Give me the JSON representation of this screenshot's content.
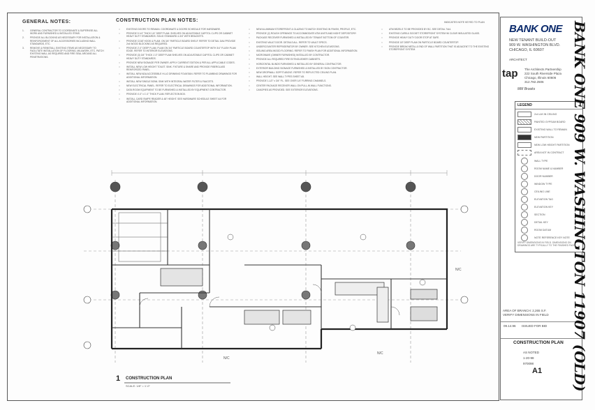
{
  "general_notes": {
    "title": "GENERAL NOTES:",
    "items": [
      {
        "num": "1.",
        "text": "GENERAL CONTRACTOR TO COORDINATE & SUPERVISE ALL WORK AND FURNISHED & INSTALLED ITEMS."
      },
      {
        "num": "2.",
        "text": "PROVIDE ALL BLOCKING AS NECESSARY FOR INSTALLATION & REINFORCEMENT OF ALL ACCESSORIES INCLUDING WALL STANDARDS, ETC."
      },
      {
        "num": "3.",
        "text": "REMOVE & REINSTALL EXISTING ITEMS AS NECESSARY TO FACILITATE INSTALLATION OF FLOORING, MILLWORK, ETC. PATCH EXISTING WALL AS REQUIRED AND FIRE SEAL AROUND ALL PENETRATIONS."
      }
    ]
  },
  "construction_notes": {
    "title": "CONSTRUCTION PLAN NOTES:",
    "col1": [
      "EXISTING DOORS TO REMAIN. COORDINATE & DOORS SCHEDULE FOR HARDWARE.",
      "PROVIDE 5 1/4\" THICK 1/4\" DEEP PLAM. SHELVES ON ADJUSTABLE CAPITOL CLIPS OR CABINET HEAVY DUTY STANDARDS. SOLID STANDARD 4-3/4\" WITH BRACKETS.",
      "PROVIDE COAT HOOK & PLAM. ON 3/4\" PARTICLE BOARD SHELF. REFER TO DETAIL 3/A4 PROVIDE 2x4 WOOD BLOCKING AS REQUIRED.",
      "PROVIDE 2'-0\" DEEP P.LAM. PLAM ON 3/4\" PARTICLE BOARD COUNTERTOP WITH 3/4\" FLUSH PLAM EDGE. REFER TO INTERIOR ELEVATIONS.",
      "PROVIDE (3) 3/4\" THICK 1'-0\" DEEP PLAM SHELVES ON ADJUSTABLE CAPITOL CLIPS OR CABINET HEAVY DUTY STANDARDS.",
      "PROVIDE NEW SIGNAGE PER OWNER. APPLY CURRENT EDITION & PER ALL APPLICABLE CODES.",
      "INSTALL NEW LOW HEIGHT TOILET. SINK. FIXTURE & SHARE AND PROVIDE FIBERGLASS REINFORCED PANEL.",
      "INSTALL NEW ADA ACCESSIBLE HI-LO DRINKING FOUNTAIN. REFER TO PLUMBING DRAWINGS FOR ADDITIONAL INFORMATION.",
      "INSTALL NEW SINGLE BOWL SINK WITH INTEGRAL WATER FILTER & FAUCETS.",
      "NEW ELECTRICAL PANEL. REFER TO ELECTRICAL DRAWINGS FOR ADDITIONAL INFORMATION.",
      "DATA ROOM EQUIPMENT TO BE FURNISHED & INSTALLED BY EQUIPMENT CONTRACTOR.",
      "PROVIDE 4'-0\" x 1'-0\" THICK P.LAM. REFLECTION BOX.",
      "INSTALL CARD SWIPE READER & 48\" HEIGHT. SEE HARDWARE SCHEDULE SHEET A4 FOR ADDITIONAL INFORMATION."
    ],
    "col2": [
      "NEW ALUMINUM STOREFRONT & GLAZING TO MATCH EXISTING IN FINISH, PROFILE, ETC.",
      "PROVIDE (2) ROUGH OPENINGS TO ACCOMMODATE ATM UNITS AND NIGHT DEPOSITORY.",
      "PACKAGE RECEIVER FURNISHED & INSTALLED BY TENANT BOTTOM OF COUNTER.",
      "EXISTING VAULT DOOR. DETAILS ALL. REFER TO VAULT SPECS.",
      "UNDERCOUNTER REFRIGERATOR BY OWNER. SEE KITCHEN ELEVATIONS.",
      "ISSUING AREA WOOD FLOORING. REFER TO FINISH PLAN FOR ADDITIONAL INFORMATION.",
      "MICROWAVE (OWNER FURNISHED) INSTALLED BY CONTRACTOR.",
      "PROVIDE ALL REQUIRED FIRE EXTINGUISHER CABINETS.",
      "HORIZONTAL BLINDS FURNISHED & INSTALLED BY GENERAL CONTRACTOR.",
      "EXTERIOR BUILDING SIGNAGE FURNISHED & INSTALLED BY SIGN CONTRACTOR.",
      "NEW DROPWALL SOFFIT ABOVE. REFER TO REFLECTED CEILING PLAN.",
      "WALL HEIGHT. SEE WALL TYPES SHEET A5.",
      "PROVIDE 1-1/2\" x 3/4\" P.L. SEE OVER 1/4\" FURRING CHANNELS.",
      "CENTER PACKAGE RECEIVER WALL ON PULL-IN WALL FUNCTIONS.",
      "CANOPIES AS PROVIDED. SEE EXTERIOR ELEVATIONS."
    ],
    "col3": [
      "ATM BEZELS TO BE PROVIDED BY BC. SEE DETAIL 7/A4.",
      "EXISTING CURB & SOCKET STOREFRONT SYSTEM W/ CLEAR INSULATED GLASS.",
      "PROVIDE HEAVY DUTY DOOR STOP AT SAFE.",
      "PROVIDE 18\" DEEP PLAM ON PARTICLE BOARD COUNTERTOP.",
      "PROVIDE BREAK METAL & END OF WALL PARTITION THAT IS ADJACENT TO THE EXISTING STOREFRONT SYSTEM."
    ],
    "key_marker": "INDICATES NOTE KEYED TO PLAN"
  },
  "title_block": {
    "client_logo": "BANK ONE",
    "project_lines": [
      "NEW TENANT BUILD-OUT",
      "909 W. WASHINGTON BLVD.",
      "CHICAGO, IL 60607"
    ],
    "architect_label": "ARCHITECT",
    "architect_logo": "tap",
    "architect_lines": [
      "The Architects Partnership",
      "222 South Riverside Plaza",
      "Chicago, Illinois 60606",
      "312.782.2506"
    ],
    "signature": "MM Brooks",
    "drawing_title": "CONSTRUCTION PLAN",
    "sheet_number": "A1",
    "issue_row": {
      "date": "09.14.96",
      "desc": "ISSUED FOR BID"
    },
    "info_rows": [
      "AS NOTED",
      "1-20-98",
      "970098"
    ],
    "area_note": "AREA OF BRANCH: 2,265 S.F.\nVERIFY DIMENSIONS IN FIELD"
  },
  "legend": {
    "title": "LEGEND",
    "items": [
      "2x4 LAY-IN CEILING",
      "PAINTED GYPSUM BOARD",
      "EXISTING WALL TO REMAIN",
      "NEW PARTITION",
      "NEW LOW HEIGHT PARTITION",
      "AREA NOT IN CONTRACT",
      "WALL TYPE",
      "ROOM NAME & NUMBER",
      "DOOR NUMBER",
      "WINDOW TYPE",
      "CEILING LINE",
      "ELEVATION TAG",
      "ELEVATION KEY",
      "SECTION",
      "DETAIL KEY",
      "ROOM DATUM",
      "NOTE REFERENCE KEY NOTE"
    ],
    "footnote": "VERIFY DIMENSIONS IN FIELD. DIMENSIONS ON DRAWINGS ARE TYPICALLY TO THE FINISHED FACE."
  },
  "plan": {
    "caption_number": "1",
    "caption_title": "CONSTRUCTION PLAN",
    "caption_scale": "SCALE: 1/8\" = 1'-0\"",
    "nic_labels": [
      "N/C",
      "N/C",
      "N/C"
    ],
    "handwriting": "BANK ONE 909 W. WASHINGTON 11907 (OLD)"
  }
}
